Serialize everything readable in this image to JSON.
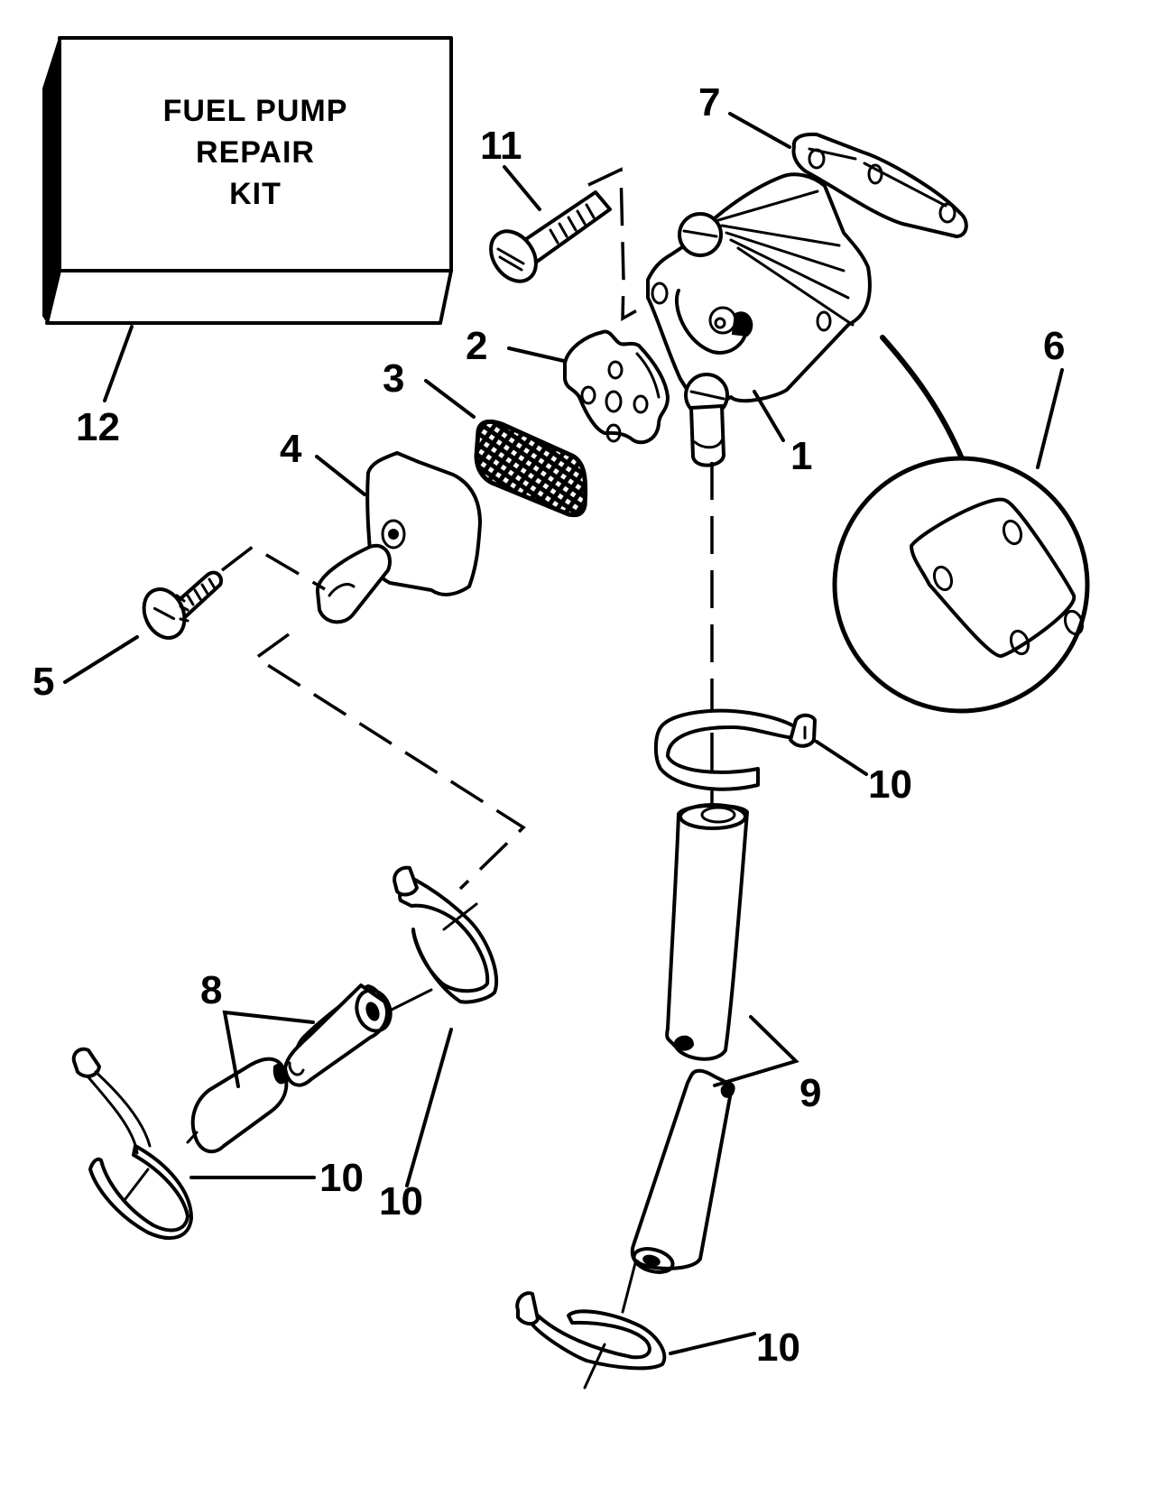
{
  "title": "Fuel Pump Exploded Parts Diagram",
  "kit_box": {
    "lines": [
      "FUEL PUMP",
      "REPAIR",
      "KIT"
    ]
  },
  "callouts": {
    "c1": "1",
    "c2": "2",
    "c3": "3",
    "c4": "4",
    "c5": "5",
    "c6": "6",
    "c7": "7",
    "c8": "8",
    "c9": "9",
    "c10a": "10",
    "c10b": "10",
    "c10c": "10",
    "c10d": "10",
    "c11": "11",
    "c12": "12"
  },
  "parts": [
    {
      "ref": "1",
      "name": "Fuel pump body"
    },
    {
      "ref": "2",
      "name": "Valve plate"
    },
    {
      "ref": "3",
      "name": "Filter screen"
    },
    {
      "ref": "4",
      "name": "Filter cover"
    },
    {
      "ref": "5",
      "name": "Cover screw"
    },
    {
      "ref": "6",
      "name": "Diaphragm (detail)"
    },
    {
      "ref": "7",
      "name": "Gasket"
    },
    {
      "ref": "8",
      "name": "Fuel hoses (short)"
    },
    {
      "ref": "9",
      "name": "Fuel hoses (long)"
    },
    {
      "ref": "10",
      "name": "Hose clamps"
    },
    {
      "ref": "11",
      "name": "Mounting screw"
    },
    {
      "ref": "12",
      "name": "Fuel pump repair kit"
    }
  ]
}
